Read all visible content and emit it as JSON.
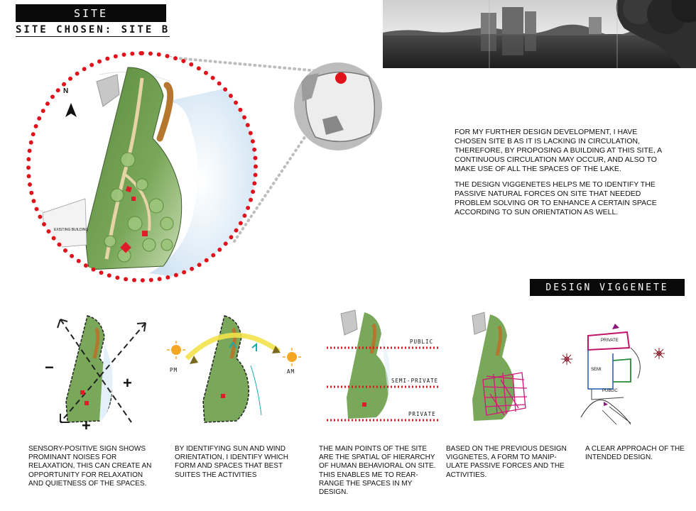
{
  "header": {
    "site_label": "SITE",
    "site_chosen": "SITE CHOSEN: SITE B"
  },
  "map": {
    "north_label": "N",
    "existing_building_label": "EXISTING BUILDING"
  },
  "description": {
    "paragraph_1": "FOR MY FURTHER DESIGN DEVELOPMENT, I HAVE CHOSEN SITE B AS IT IS LACKING IN CIRCULATION, THEREFORE, BY PROPOSING A BUILDING AT THIS SITE, A CONTINUOUS CIRCULATION MAY OCCUR, AND ALSO TO MAKE USE OF ALL THE SPACES OF THE LAKE.",
    "paragraph_2": "THE DESIGN VIGGENETES HELPS ME TO  IDENTIFY THE PASSIVE NATURAL FORCES ON SITE THAT NEEDED PROBLEM SOLVING OR TO ENHANCE A CERTAIN SPACE ACCORDING TO SUN ORIENTATION AS WELL."
  },
  "viggenete": {
    "label": "DESIGN VIGGENETE",
    "sun": {
      "pm_label": "PM",
      "am_label": "AM"
    },
    "zones": {
      "public": "PUBLIC",
      "semi_private": "SEMI-PRIVATE",
      "private": "PRIVATE"
    },
    "sketch": {
      "private": "PRIVATE",
      "semi": "SEMI",
      "public": "PUBLIC"
    },
    "sensory": {
      "minus": "−",
      "plus": "+"
    }
  },
  "captions": {
    "c1": "SENSORY-POSITIVE SIGN SHOWS PROMINANT NOISES FOR RELAXATION, THIS CAN CREATE AN OPPORTUNITY FOR RELAXATION AND QUIETNESS OF THE SPACES.",
    "c2": "BY IDENTIFYING SUN AND WIND ORIENTATION, I IDENTIFY WHICH FORM AND SPACES THAT BEST SUITES THE ACTIVITIES",
    "c3": "THE MAIN POINTS OF THE SITE ARE THE SPATIAL OF HIERARCHY OF HUMAN BEHAVIORAL ON SITE. THIS ENABLES ME TO REAR-RANGE THE SPACES IN MY DESIGN.",
    "c4": "BASED ON THE PREVIOUS DESIGN VIGGNETES, A FORM TO MANIP-ULATE PASSIVE FORCES AND THE ACTIVITIES.",
    "c5": "A CLEAR APPROACH OF THE INTENDED DESIGN."
  },
  "colors": {
    "accent_red": "#e0121c",
    "park_green": "#6e9a4e",
    "water_blue": "#cfe3f3",
    "boardwalk": "#b5762e",
    "arrow_yellow": "#f2e24a",
    "sketch_magenta": "#d4157a"
  }
}
